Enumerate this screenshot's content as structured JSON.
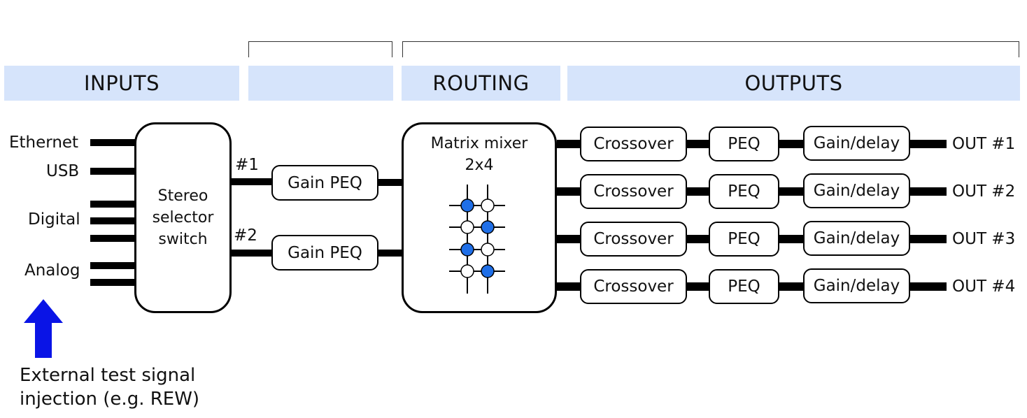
{
  "sections": {
    "inputs": "INPUTS",
    "processing": "",
    "routing": "ROUTING",
    "outputs": "OUTPUTS"
  },
  "inputs": {
    "ethernet": "Ethernet",
    "usb": "USB",
    "digital": "Digital",
    "analog": "Analog"
  },
  "selector": {
    "line1": "Stereo",
    "line2": "selector",
    "line3": "switch"
  },
  "channels": {
    "ch1": "#1",
    "ch2": "#2"
  },
  "gain_peq": {
    "label1": "Gain PEQ",
    "label2": "Gain PEQ"
  },
  "matrix": {
    "line1": "Matrix mixer",
    "line2": "2x4"
  },
  "output_chain": [
    {
      "crossover": "Crossover",
      "peq": "PEQ",
      "gain_delay": "Gain/delay",
      "out": "OUT #1"
    },
    {
      "crossover": "Crossover",
      "peq": "PEQ",
      "gain_delay": "Gain/delay",
      "out": "OUT #2"
    },
    {
      "crossover": "Crossover",
      "peq": "PEQ",
      "gain_delay": "Gain/delay",
      "out": "OUT #3"
    },
    {
      "crossover": "Crossover",
      "peq": "PEQ",
      "gain_delay": "Gain/delay",
      "out": "OUT #4"
    }
  ],
  "injection": {
    "line1": "External test signal",
    "line2": "injection (e.g. REW)"
  },
  "colors": {
    "band": "#d6e4fb",
    "node_active": "#1f6fe8",
    "arrow": "#0a14e6"
  }
}
